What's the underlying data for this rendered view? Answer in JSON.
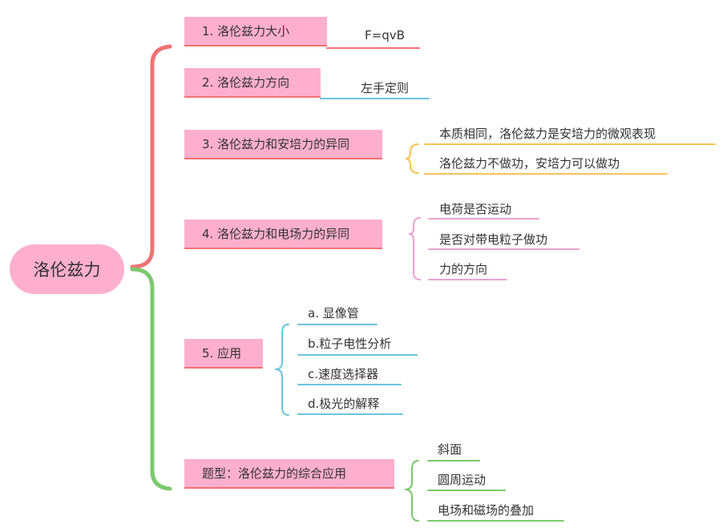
{
  "root": {
    "label": "洛伦兹力"
  },
  "colors": {
    "node_bg": "#fdafcd",
    "red": "#f07272",
    "blue": "#6cc4dc",
    "yellow": "#f6c453",
    "purple": "#e8a2d2",
    "green": "#7cc86e"
  },
  "branches": [
    {
      "label": "1. 洛伦兹力大小",
      "children": [
        "F=qvB"
      ]
    },
    {
      "label": "2. 洛伦兹力方向",
      "children": [
        "左手定则"
      ]
    },
    {
      "label": "3. 洛伦兹力和安培力的异同",
      "children": [
        "本质相同，洛伦兹力是安培力的微观表现",
        "洛伦兹力不做功，安培力可以做功"
      ]
    },
    {
      "label": "4. 洛伦兹力和电场力的异同",
      "children": [
        "电荷是否运动",
        "是否对带电粒子做功",
        "力的方向"
      ]
    },
    {
      "label": "5. 应用",
      "children": [
        "a. 显像管",
        "b.粒子电性分析",
        "c.速度选择器",
        "d.极光的解释"
      ]
    },
    {
      "label": "题型：洛伦兹力的综合应用",
      "children": [
        "斜面",
        "圆周运动",
        "电场和磁场的叠加"
      ]
    }
  ]
}
